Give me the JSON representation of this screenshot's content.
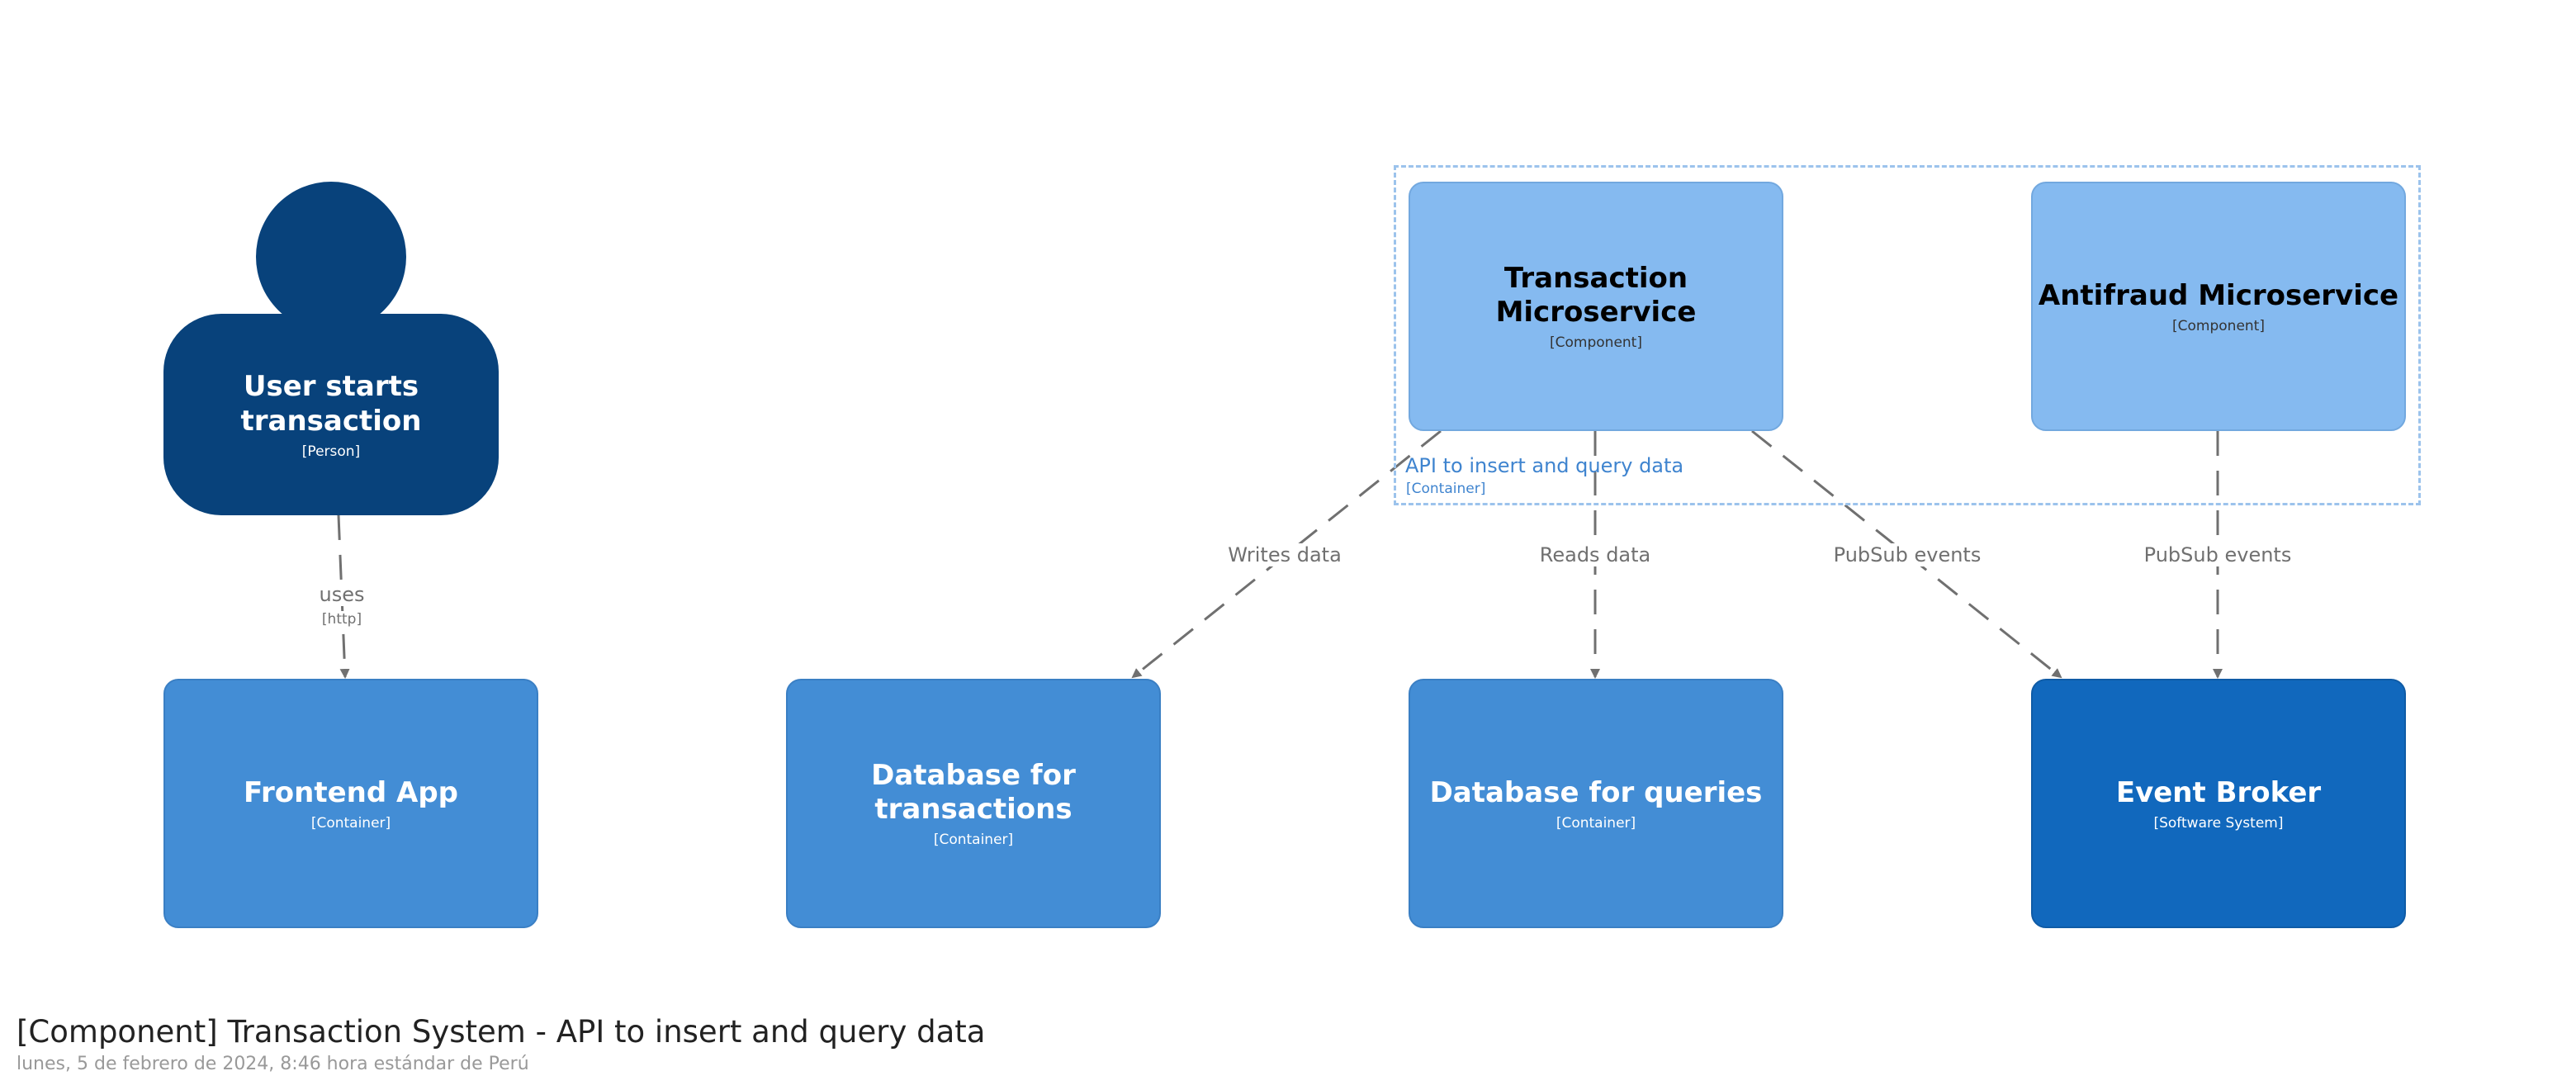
{
  "diagram": {
    "title": "[Component] Transaction System - API to insert and query data",
    "subtitle": "lunes, 5 de febrero de 2024, 8:46 hora estándar de Perú",
    "boundary": {
      "name": "API to insert and query data",
      "type": "[Container]"
    },
    "person": {
      "name": "User starts transaction",
      "type": "[Person]"
    },
    "components": {
      "transaction": {
        "name": "Transaction Microservice",
        "type": "[Component]"
      },
      "antifraud": {
        "name": "Antifraud Microservice",
        "type": "[Component]"
      }
    },
    "containers": {
      "frontend": {
        "name": "Frontend App",
        "type": "[Container]"
      },
      "db_transactions": {
        "name": "Database for transactions",
        "type": "[Container]"
      },
      "db_queries": {
        "name": "Database for queries",
        "type": "[Container]"
      }
    },
    "systems": {
      "event_broker": {
        "name": "Event Broker",
        "type": "[Software System]"
      }
    },
    "relationships": {
      "uses": {
        "label": "uses",
        "tech": "[http]"
      },
      "writes": {
        "label": "Writes data"
      },
      "reads": {
        "label": "Reads data"
      },
      "pubsub_tx": {
        "label": "PubSub events"
      },
      "pubsub_af": {
        "label": "PubSub events"
      }
    },
    "colors": {
      "person": "#08427b",
      "component": "#85baf0",
      "container": "#438dd5",
      "software_system": "#1168bd",
      "boundary": "#9cc3ec",
      "edge": "#707070"
    }
  }
}
